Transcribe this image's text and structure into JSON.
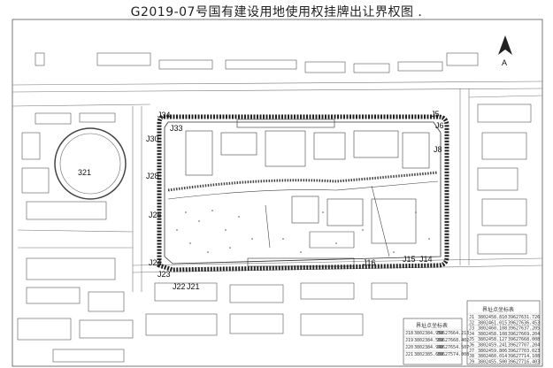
{
  "title": "G2019-07号国有建设用地使用权挂牌出让界权图 .",
  "north_letter": "A",
  "boundary_points": [
    {
      "id": "J34"
    },
    {
      "id": "J33"
    },
    {
      "id": "J30"
    },
    {
      "id": "J28"
    },
    {
      "id": "J25"
    },
    {
      "id": "J24"
    },
    {
      "id": "J23"
    },
    {
      "id": "J22"
    },
    {
      "id": "J21"
    },
    {
      "id": "J16"
    },
    {
      "id": "J15"
    },
    {
      "id": "J14"
    },
    {
      "id": "J5"
    },
    {
      "id": "J6"
    },
    {
      "id": "J8"
    }
  ],
  "tables": {
    "right": {
      "title": "界址点坐标表",
      "rows": [
        [
          "J1",
          "3802458.810",
          "39627631.726"
        ],
        [
          "J2",
          "3802461.015",
          "39627636.453"
        ],
        [
          "J3",
          "3802460.108",
          "39627637.205"
        ],
        [
          "J4",
          "3802458.108",
          "39627669.204"
        ],
        [
          "J5",
          "3802458.127",
          "39627668.008"
        ],
        [
          "J6",
          "3802459.241",
          "39627707.204"
        ],
        [
          "J7",
          "3802459.806",
          "39627703.023"
        ],
        [
          "J8",
          "3802460.014",
          "39627714.108"
        ],
        [
          "J9",
          "3802455.500",
          "39627716.403"
        ]
      ]
    },
    "bottom": {
      "title": "界址点坐标表",
      "rows": [
        [
          "J18",
          "3802384.950",
          "39627664.213"
        ],
        [
          "J19",
          "3802384.508",
          "39627668.402"
        ],
        [
          "J20",
          "3802384.940",
          "39627654.507"
        ],
        [
          "J21",
          "3802385.600",
          "39627574.008"
        ]
      ]
    }
  },
  "stamp_text": "321"
}
